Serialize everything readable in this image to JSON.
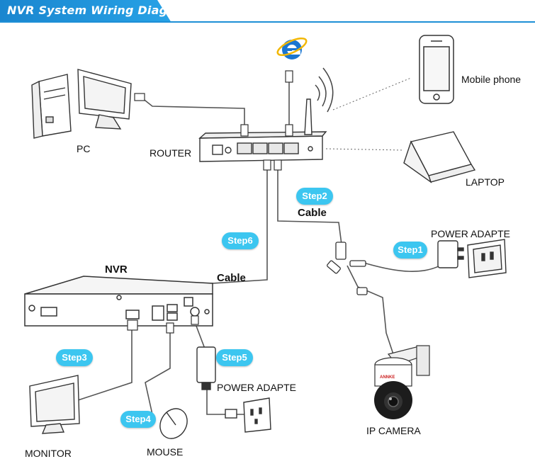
{
  "header": {
    "title": "NVR System Wiring Diagram",
    "accent_color": "#1e8fd6"
  },
  "labels": {
    "pc": "PC",
    "router": "ROUTER",
    "mobile_phone": "Mobile phone",
    "laptop": "LAPTOP",
    "power_adapter_camera": "POWER ADAPTE",
    "ip_camera": "IP  CAMERA",
    "nvr": "NVR",
    "cable_top": "Cable",
    "cable_nvr": "Cable",
    "power_adapter_nvr": "POWER ADAPTE",
    "monitor": "MONITOR",
    "mouse": "MOUSE",
    "camera_brand": "ANNKE"
  },
  "steps": {
    "step1": "Step1",
    "step2": "Step2",
    "step3": "Step3",
    "step4": "Step4",
    "step5": "Step5",
    "step6": "Step6"
  },
  "icons": [
    "internet-explorer-icon",
    "wifi-signal-icon"
  ],
  "colors": {
    "step_pill": "#3cc6f0",
    "line": "#555555"
  }
}
